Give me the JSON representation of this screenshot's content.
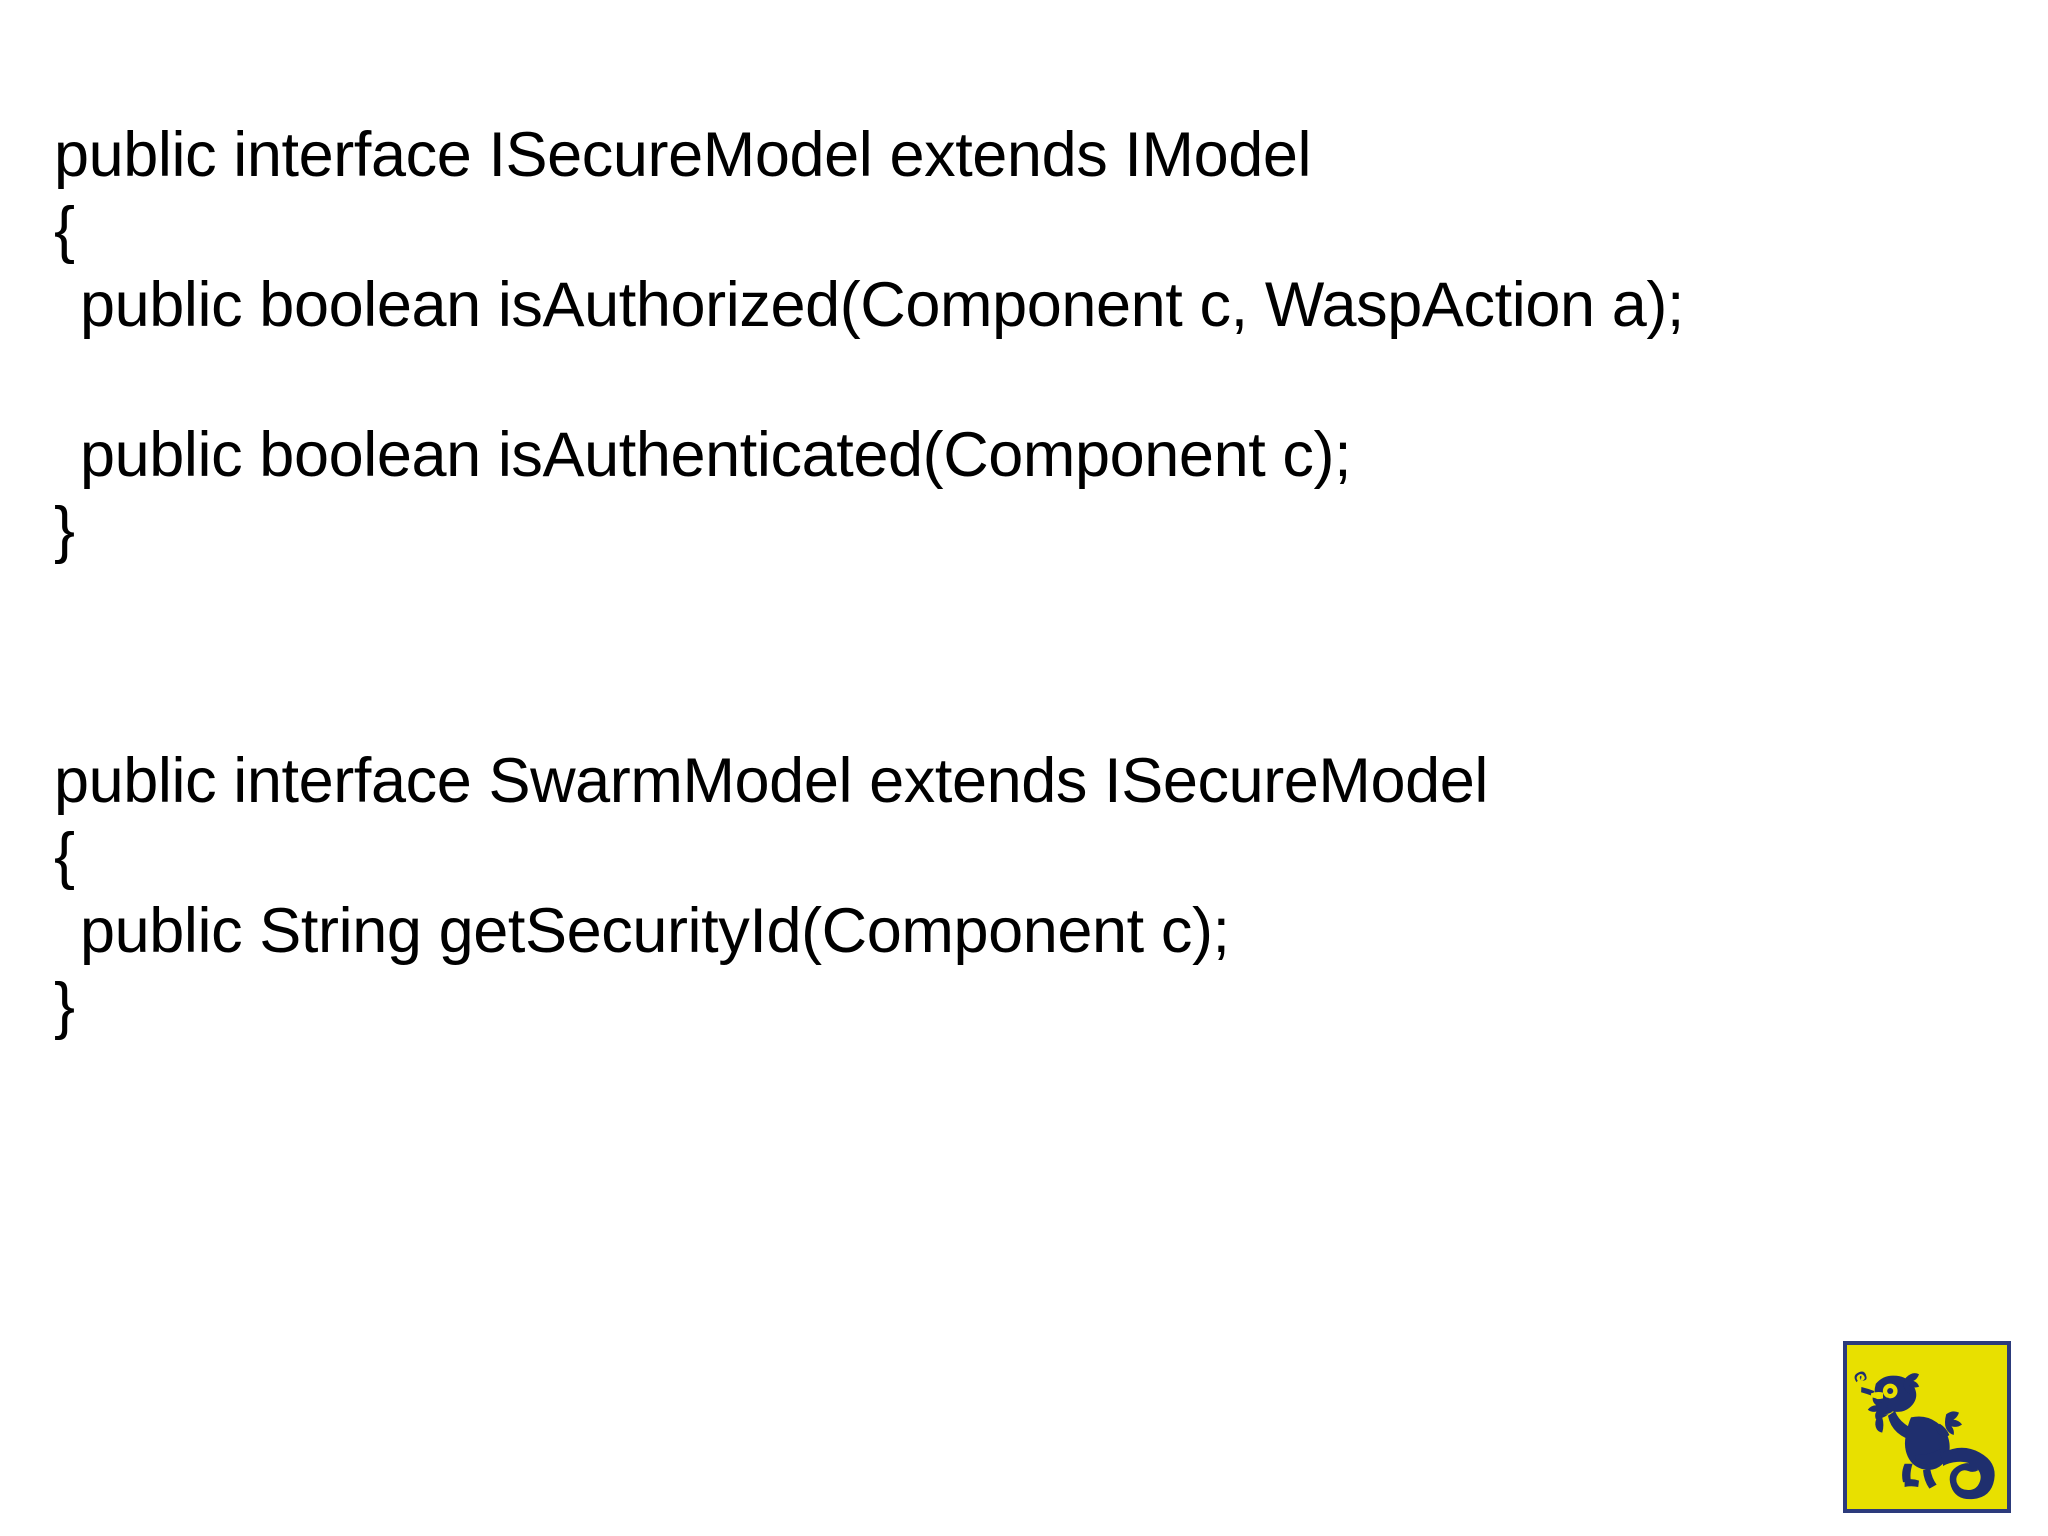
{
  "slide": {
    "background_color": "#ffffff",
    "text_color": "#000000"
  },
  "code_blocks": [
    {
      "name": "isecuremodel-interface",
      "lines": [
        {
          "text": "public interface ISecureModel extends IModel",
          "indent": 0
        },
        {
          "text": "{",
          "indent": 0
        },
        {
          "text": "public boolean isAuthorized(Component c, WaspAction a);",
          "indent": 1
        },
        {
          "text": "",
          "indent": 0
        },
        {
          "text": "public boolean isAuthenticated(Component c);",
          "indent": 1
        },
        {
          "text": "}",
          "indent": 0
        }
      ]
    },
    {
      "name": "swarmmodel-interface",
      "lines": [
        {
          "text": "public interface SwarmModel extends ISecureModel",
          "indent": 0
        },
        {
          "text": "{",
          "indent": 0
        },
        {
          "text": "public String getSecurityId(Component c);",
          "indent": 1
        },
        {
          "text": "}",
          "indent": 0
        }
      ]
    }
  ],
  "logo": {
    "name": "chameleon-logo",
    "background_color": "#e8e000",
    "figure_color": "#1f2f6e",
    "border_color": "#2c3b7c"
  }
}
